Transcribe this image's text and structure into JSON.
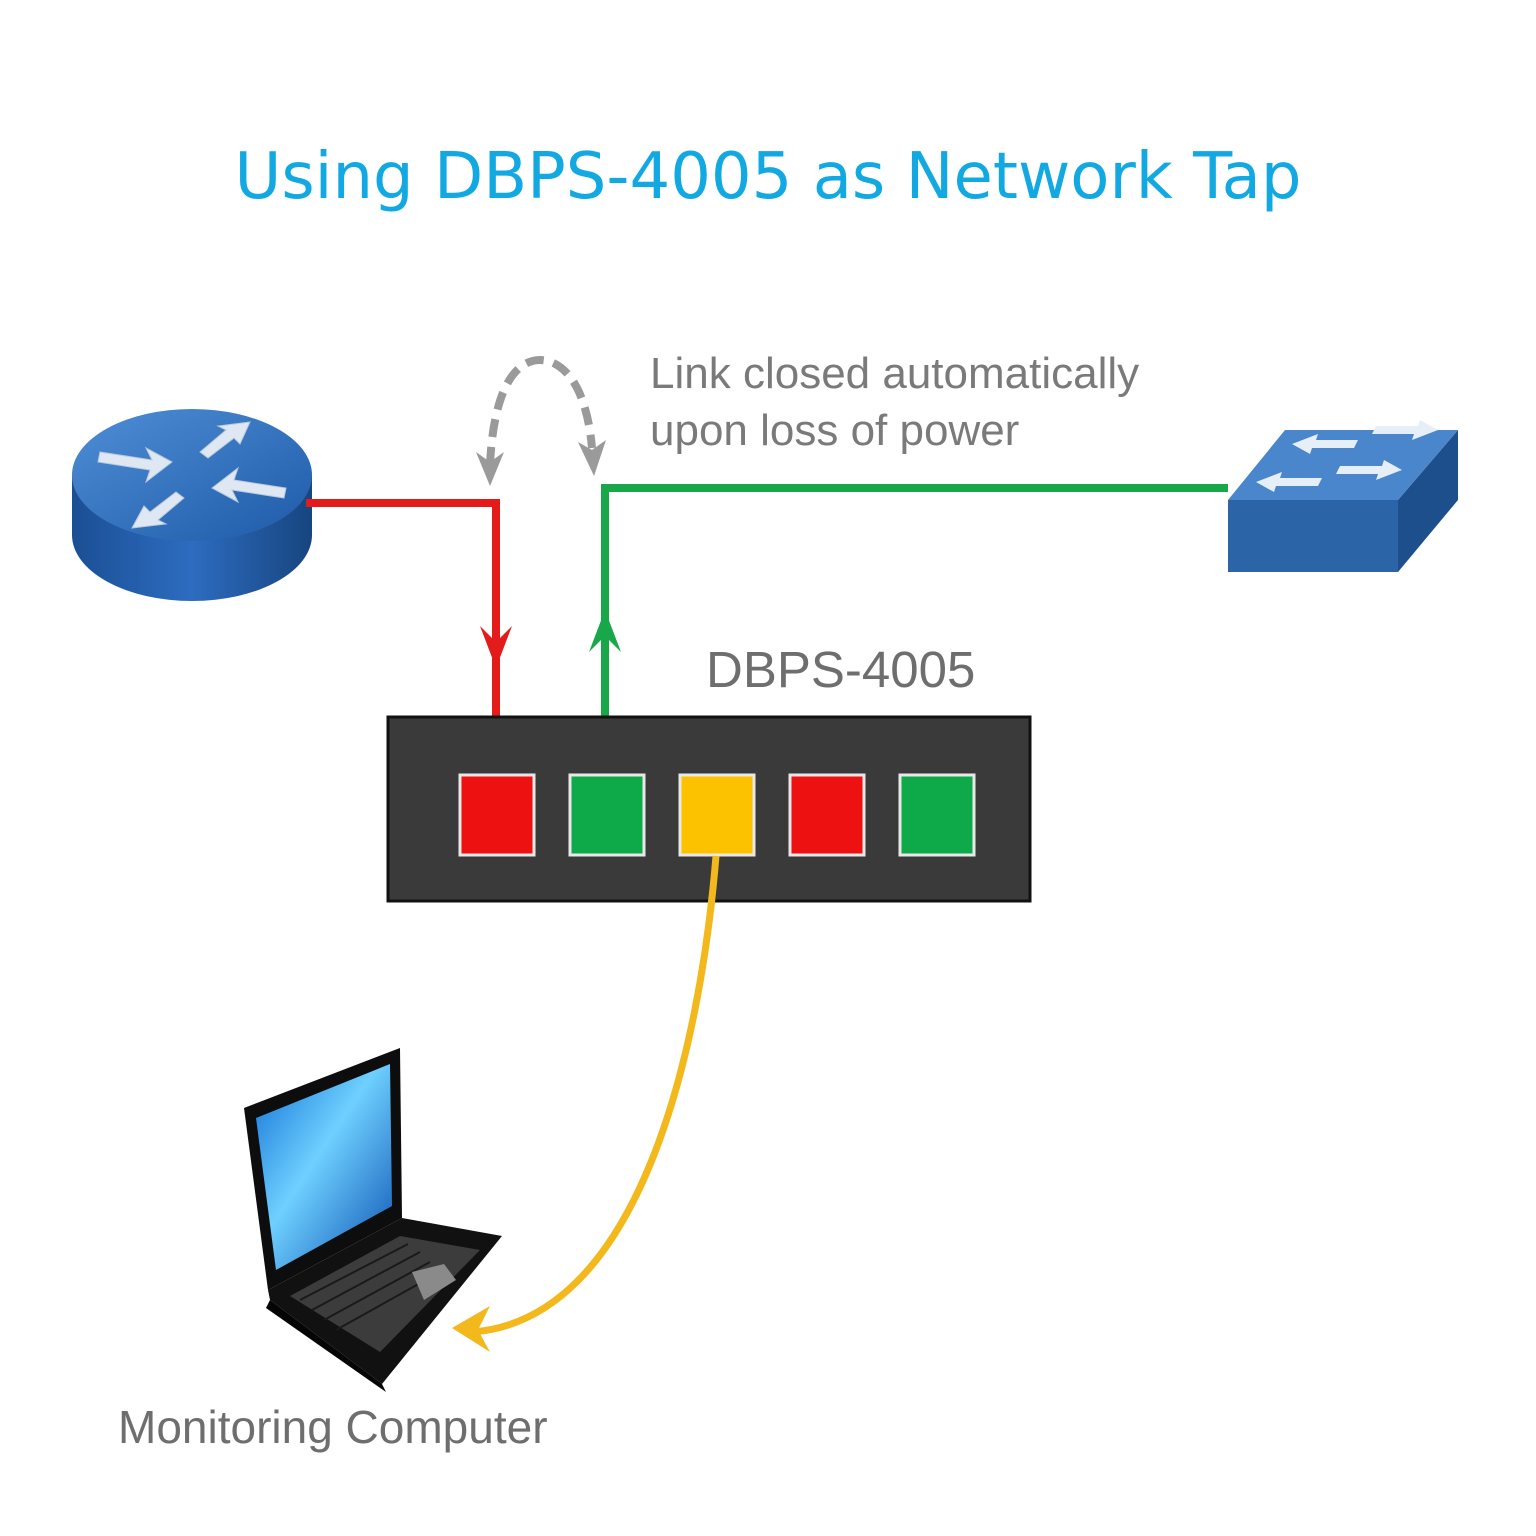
{
  "title": "Using DBPS-4005 as Network Tap",
  "annotation": {
    "line1": "Link closed automatically",
    "line2": "upon loss of power"
  },
  "device": {
    "label": "DBPS-4005",
    "ports": [
      {
        "color": "#ee1111",
        "role": "router-link"
      },
      {
        "color": "#0eaa4a",
        "role": "switch-link"
      },
      {
        "color": "#fcc200",
        "role": "monitor-link"
      },
      {
        "color": "#ee1111",
        "role": "spare"
      },
      {
        "color": "#0eaa4a",
        "role": "spare"
      }
    ]
  },
  "nodes": {
    "router": "router-icon",
    "switch": "network-switch-icon",
    "computer_label": "Monitoring Computer"
  },
  "colors": {
    "title": "#12a9e3",
    "red_link": "#e41b1b",
    "green_link": "#18a84a",
    "yellow_link": "#f2b81c",
    "device_body": "#3a3a3a",
    "dashed_arrow": "#9a9a9a"
  }
}
